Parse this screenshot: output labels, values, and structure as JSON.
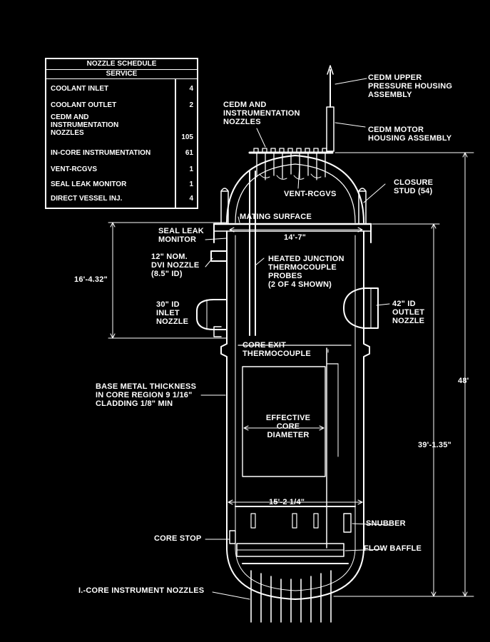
{
  "nozzle_schedule": {
    "title": "NOZZLE SCHEDULE",
    "header": "SERVICE",
    "rows": [
      {
        "service": "COOLANT INLET",
        "count": "4"
      },
      {
        "service": "COOLANT OUTLET",
        "count": "2"
      },
      {
        "service": "CEDM AND INSTRUMENTATION NOZZLES",
        "count": "105"
      },
      {
        "service": "IN-CORE INSTRUMENTATION",
        "count": "61"
      },
      {
        "service": "VENT-RCGVS",
        "count": "1"
      },
      {
        "service": "SEAL LEAK MONITOR",
        "count": "1"
      },
      {
        "service": "DIRECT VESSEL INJ.",
        "count": "4"
      }
    ]
  },
  "labels": {
    "cedm_upper": [
      "CEDM UPPER",
      "PRESSURE HOUSING",
      "ASSEMBLY"
    ],
    "cedm_instr": [
      "CEDM AND",
      "INSTRUMENTATION",
      "NOZZLES"
    ],
    "cedm_motor": [
      "CEDM MOTOR",
      "HOUSING ASSEMBLY"
    ],
    "vent": "VENT-RCGVS",
    "closure_stud": [
      "CLOSURE",
      "STUD (54)"
    ],
    "mating_surface": "MATING SURFACE",
    "seal_leak": [
      "SEAL LEAK",
      "MONITOR"
    ],
    "flange_width": "14'-7\"",
    "dvi_nozzle": [
      "12\" NOM.",
      "DVI NOZZLE",
      "(8.5\" ID)"
    ],
    "htjc": [
      "HEATED JUNCTION",
      "THERMOCOUPLE",
      "PROBES",
      "(2 OF 4 SHOWN)"
    ],
    "dim_left": "16'-4.32\"",
    "inlet_nozzle": [
      "30\" ID",
      "INLET",
      "NOZZLE"
    ],
    "outlet_nozzle": [
      "42\" ID",
      "OUTLET",
      "NOZZLE"
    ],
    "core_exit": [
      "CORE EXIT",
      "THERMOCOUPLE"
    ],
    "base_metal": [
      "BASE METAL THICKNESS",
      "IN CORE REGION 9 1/16\"",
      "CLADDING 1/8\" MIN"
    ],
    "effective_core": [
      "EFFECTIVE",
      "CORE",
      "DIAMETER"
    ],
    "dim_48": "48'",
    "dim_39": "39'-1.35\"",
    "vessel_width": "15'-2 1/4\"",
    "snubber": "SNUBBER",
    "core_stop": "CORE STOP",
    "flow_baffle": "FLOW BAFFLE",
    "icore_nozzles": "I.-CORE INSTRUMENT NOZZLES"
  }
}
